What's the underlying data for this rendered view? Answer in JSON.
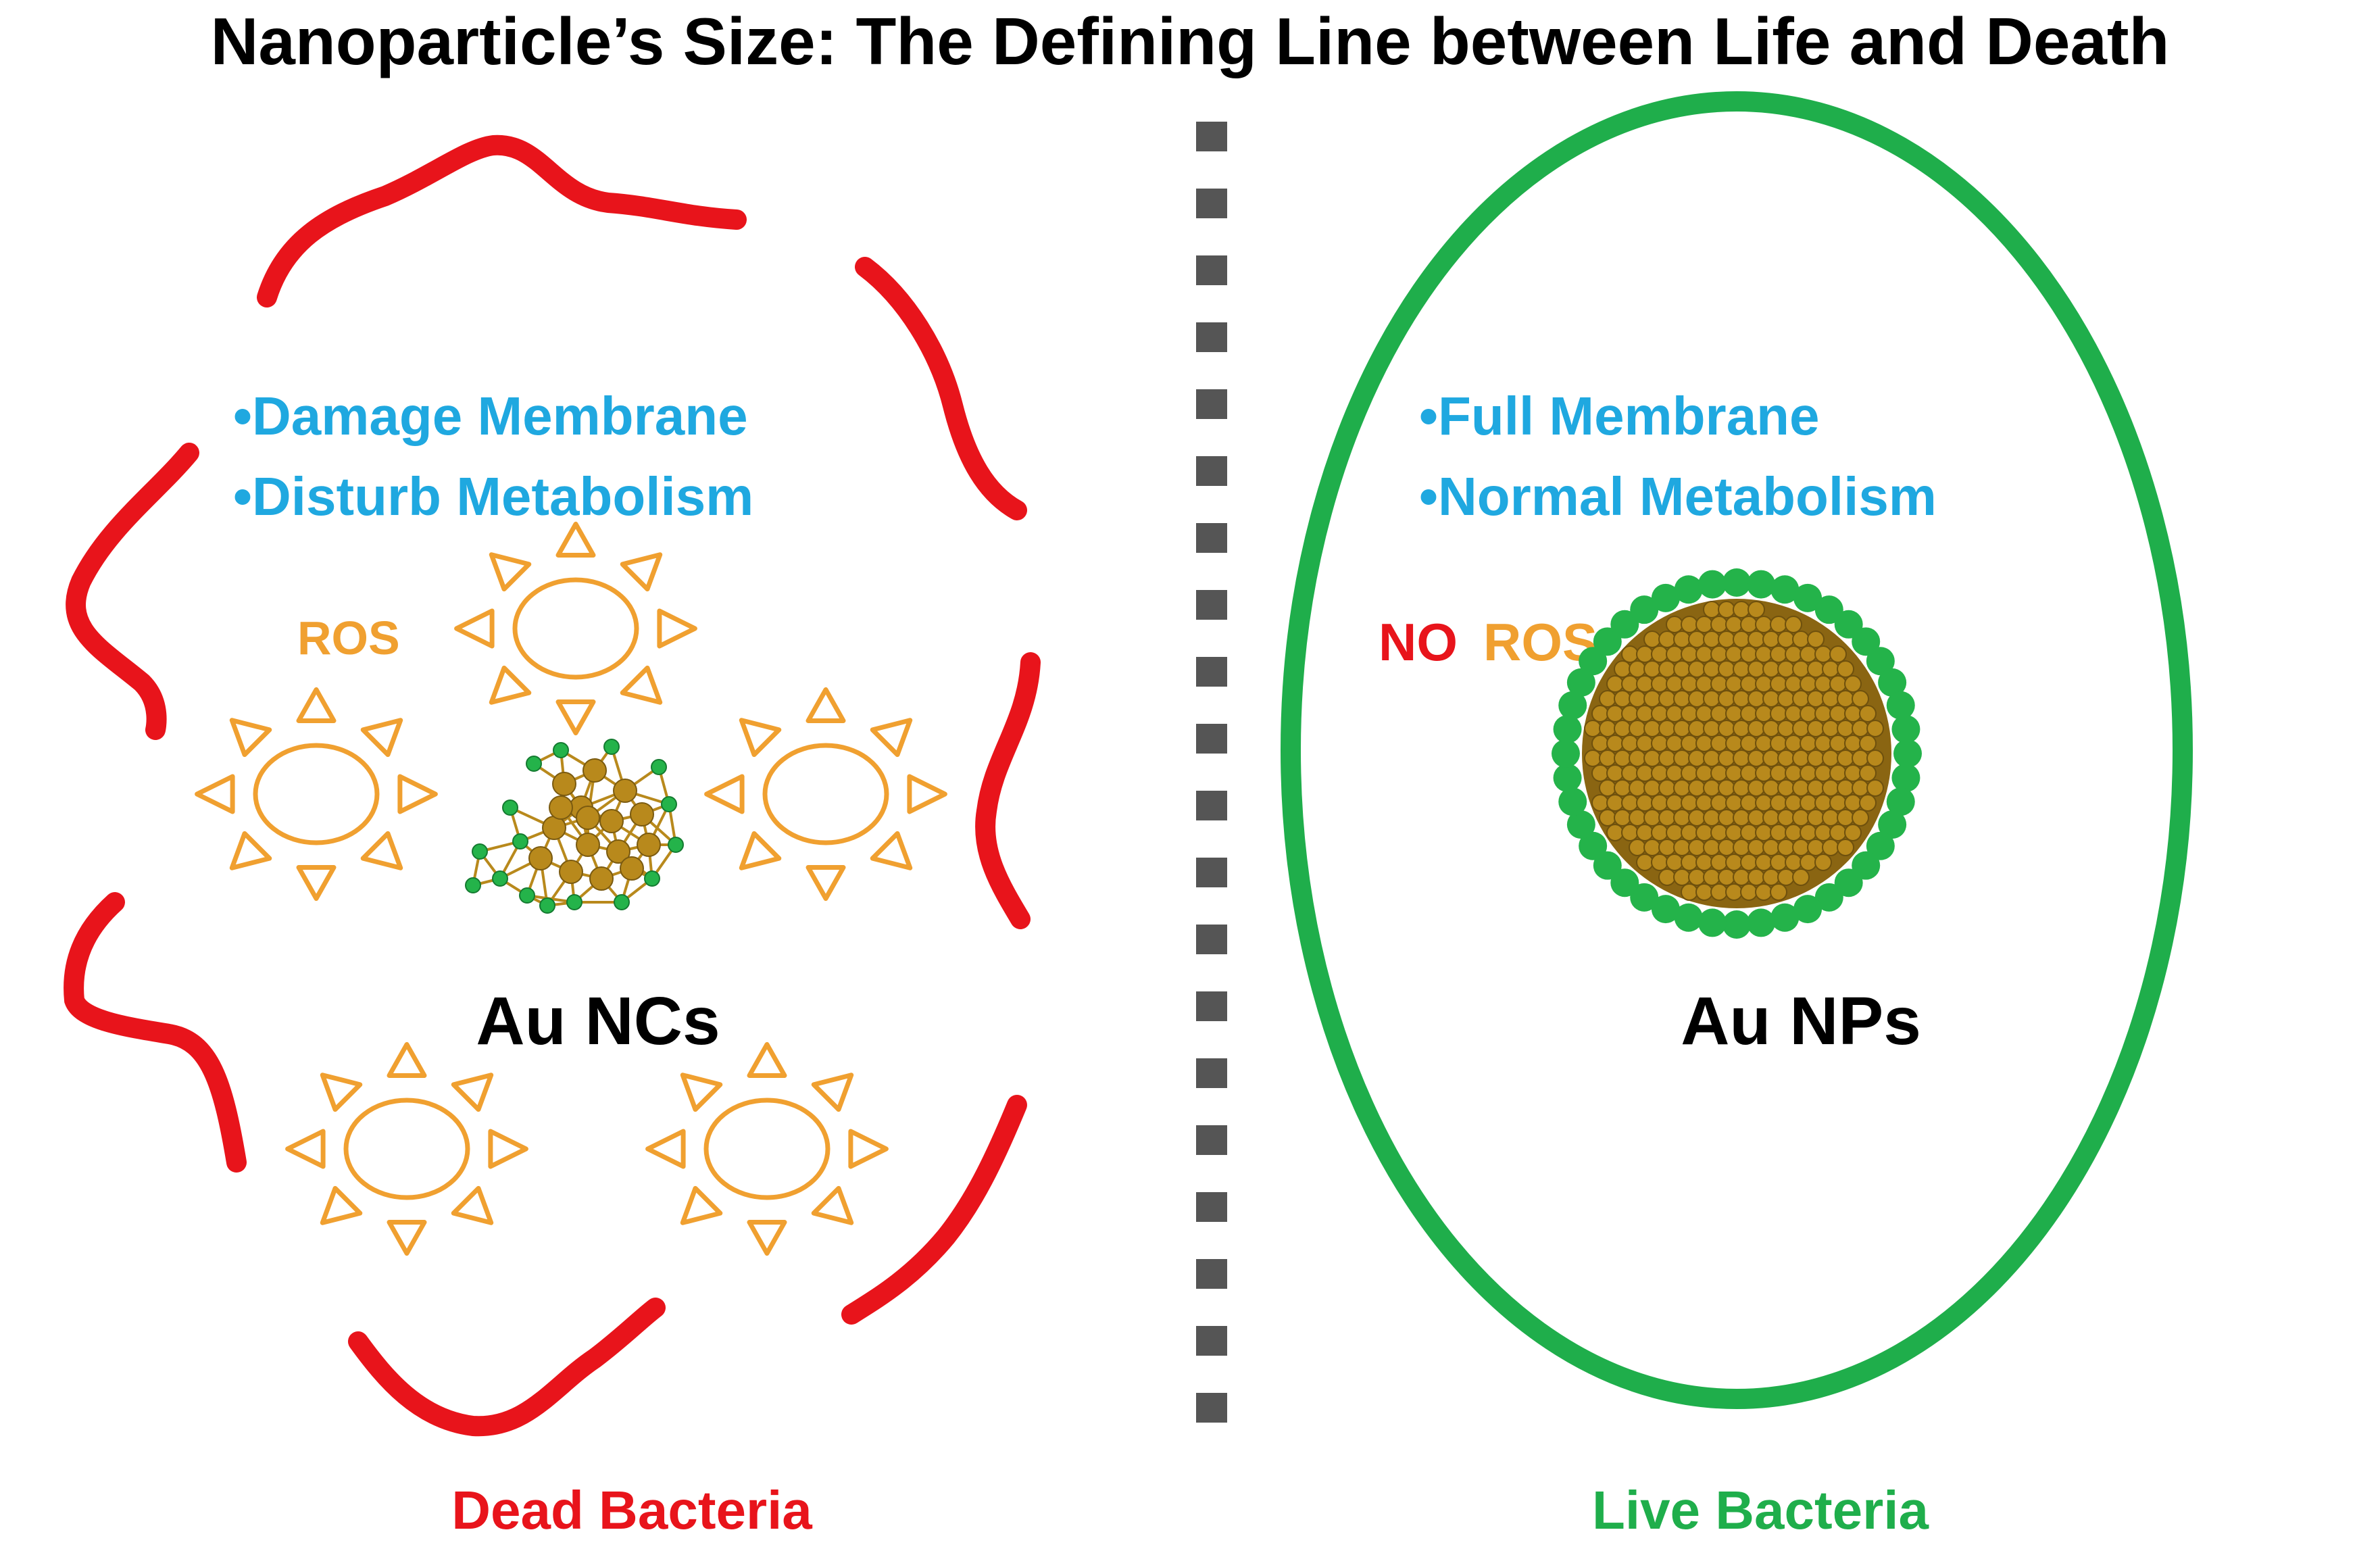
{
  "title": "Nanoparticle’s Size: The Defining Line between Life and Death",
  "colors": {
    "dead": "#e8141b",
    "live": "#1fae4b",
    "feature_text": "#1fa8e0",
    "ros": "#f0a030",
    "gold": "#b8891c",
    "gold_light": "#d9ad3c",
    "ligand": "#24b34a",
    "divider": "#555555",
    "label": "#000000"
  },
  "left": {
    "features": [
      "•Damage Membrane",
      "•Disturb Metabolism"
    ],
    "ros_label": "ROS",
    "particle_label": "Au NCs",
    "caption": "Dead Bacteria",
    "membrane_icon": "broken-membrane",
    "ros_icon": "sun-icon",
    "particle_icon": "gold-cluster-icon"
  },
  "right": {
    "features": [
      "•Full Membrane",
      "•Normal Metabolism"
    ],
    "no_label": "NO",
    "ros_label": "ROS",
    "particle_label": "Au NPs",
    "caption": "Live Bacteria",
    "membrane_icon": "intact-membrane",
    "particle_icon": "gold-nanoparticle-icon"
  }
}
